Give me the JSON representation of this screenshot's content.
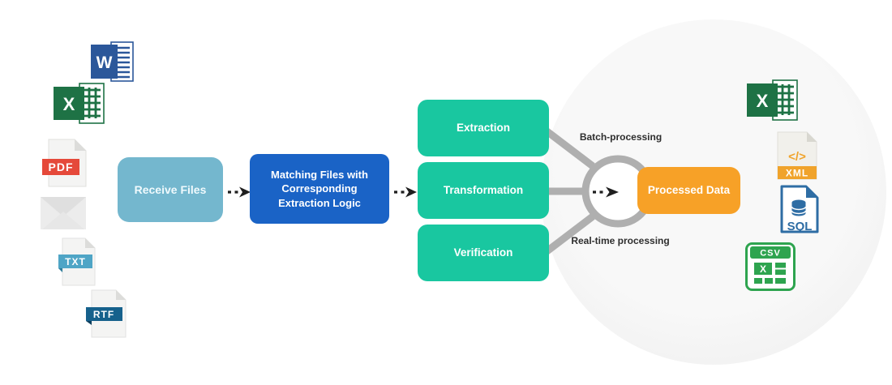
{
  "diagram": {
    "receive": {
      "label": "Receive Files"
    },
    "matching": {
      "label": "Matching Files with Corresponding Extraction Logic"
    },
    "steps": [
      {
        "label": "Extraction"
      },
      {
        "label": "Transformation"
      },
      {
        "label": "Verification"
      }
    ],
    "processed": {
      "label": "Processed Data"
    },
    "annotations": {
      "batch": "Batch-processing",
      "realtime": "Real-time processing"
    }
  },
  "input_files": [
    {
      "icon": "word-file-icon",
      "label": "W"
    },
    {
      "icon": "excel-file-icon",
      "label": "X"
    },
    {
      "icon": "pdf-file-icon",
      "label": "PDF"
    },
    {
      "icon": "email-icon"
    },
    {
      "icon": "txt-file-icon",
      "label": "TXT"
    },
    {
      "icon": "rtf-file-icon",
      "label": "RTF"
    }
  ],
  "output_files": [
    {
      "icon": "excel-file-icon",
      "label": "X"
    },
    {
      "icon": "xml-file-icon",
      "label": "XML",
      "glyph": "</>"
    },
    {
      "icon": "sql-file-icon",
      "label": "SQL"
    },
    {
      "icon": "csv-file-icon",
      "label": "CSV"
    }
  ],
  "colors": {
    "receive_bg": "#74B7CE",
    "matching_bg": "#1A63C6",
    "step_bg": "#19C7A0",
    "processed_bg": "#F7A127",
    "connector_gray": "#AFAFAF",
    "arrow_black": "#1F1F1F",
    "background_circle": "#F3F3F3",
    "word_blue": "#2B579A",
    "excel_green": "#1E7245",
    "pdf_red": "#E5493A",
    "txt_teal": "#4FA5C6",
    "rtf_blue": "#16618C",
    "xml_orange": "#F0A32B",
    "sql_blue": "#2E6DA4",
    "csv_green": "#2EA44F"
  }
}
